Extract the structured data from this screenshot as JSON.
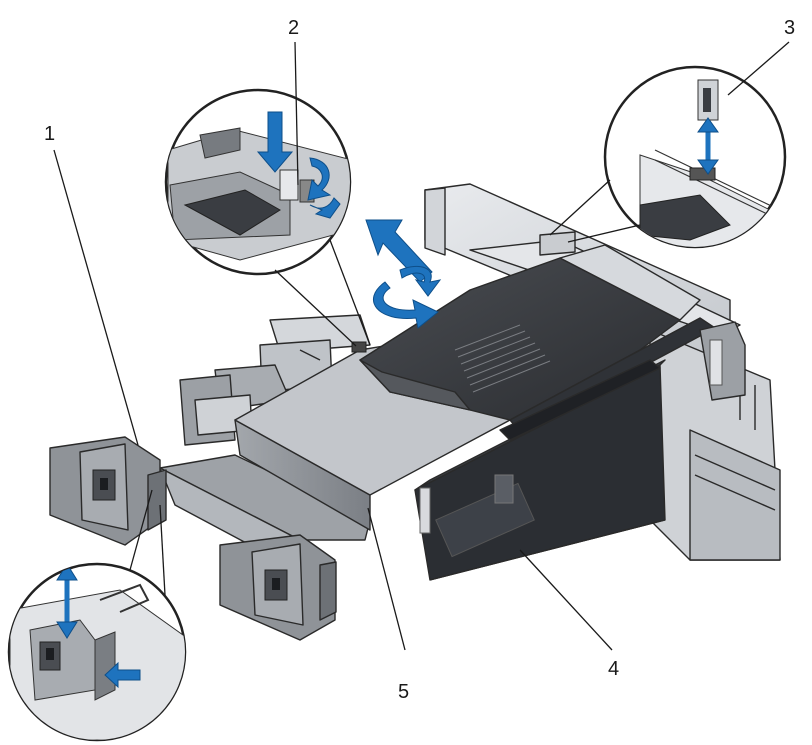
{
  "callouts": [
    {
      "id": "1",
      "label": "1"
    },
    {
      "id": "2",
      "label": "2"
    },
    {
      "id": "3",
      "label": "3"
    },
    {
      "id": "4",
      "label": "4"
    },
    {
      "id": "5",
      "label": "5"
    }
  ],
  "colors": {
    "arrow": "#1e73be",
    "shroud_top": "#3a3d42",
    "shroud_side": "#8c9096",
    "chassis_light": "#dcdfe3",
    "chassis_mid": "#b9bdc2",
    "card_dark": "#2b2e33"
  }
}
